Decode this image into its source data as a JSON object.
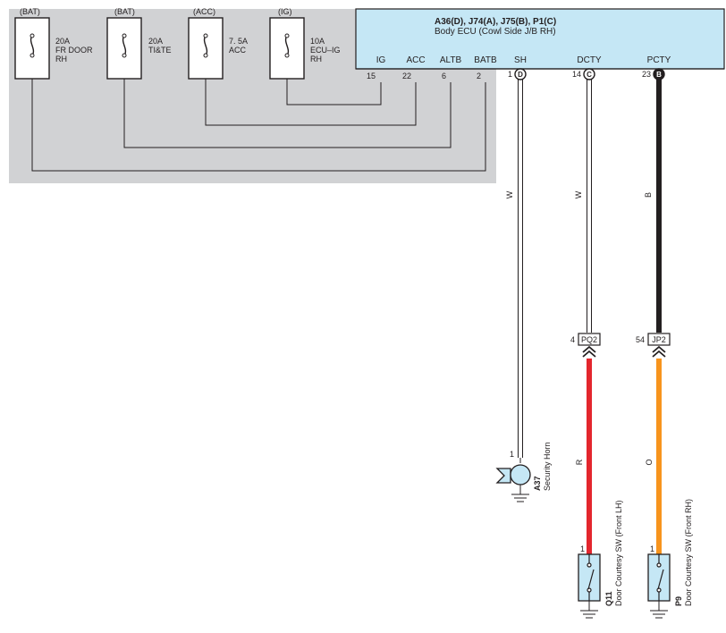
{
  "fuses": [
    {
      "supply": "(BAT)",
      "rating": "20A",
      "name_line1": "FR DOOR",
      "name_line2": "RH"
    },
    {
      "supply": "(BAT)",
      "rating": "20A",
      "name_line1": "TI&TE",
      "name_line2": ""
    },
    {
      "supply": "(ACC)",
      "rating": "7. 5A",
      "name_line1": "ACC",
      "name_line2": ""
    },
    {
      "supply": "(IG)",
      "rating": "10A",
      "name_line1": "ECU–IG",
      "name_line2": "RH"
    }
  ],
  "ecu": {
    "title": "A36(D), J74(A), J75(B), P1(C)",
    "subtitle": "Body ECU (Cowl Side J/B RH)",
    "terminals": [
      {
        "label": "IG",
        "pin": "15"
      },
      {
        "label": "ACC",
        "pin": "22"
      },
      {
        "label": "ALTB",
        "pin": "6"
      },
      {
        "label": "BATB",
        "pin": "2"
      },
      {
        "label": "SH",
        "pin": "1",
        "connector": "D"
      },
      {
        "label": "DCTY",
        "pin": "14",
        "connector": "C"
      },
      {
        "label": "PCTY",
        "pin": "23",
        "connector": "B"
      }
    ]
  },
  "wires": [
    {
      "color_code": "W",
      "color": "#ffffff"
    },
    {
      "color_code": "W",
      "color": "#ffffff"
    },
    {
      "color_code": "B",
      "color": "#231f20"
    },
    {
      "color_code": "R",
      "color": "#e3262d"
    },
    {
      "color_code": "O",
      "color": "#f7941d"
    }
  ],
  "junctions": [
    {
      "pin": "4",
      "label": "PQ2"
    },
    {
      "pin": "54",
      "label": "JP2"
    }
  ],
  "components": [
    {
      "pin": "1",
      "code": "A37",
      "name": "Security Horn"
    },
    {
      "pin": "1",
      "code": "Q11",
      "name": "Door Courtesy SW (Front LH)"
    },
    {
      "pin": "1",
      "code": "P9",
      "name": "Door Courtesy SW (Front RH)"
    }
  ],
  "colors": {
    "jb_panel": "#d1d2d4",
    "ecu_fill": "#c5e7f5",
    "component_fill": "#c5e7f5",
    "line": "#231f20",
    "red_wire": "#e3262d",
    "orange_wire": "#f7941d"
  }
}
